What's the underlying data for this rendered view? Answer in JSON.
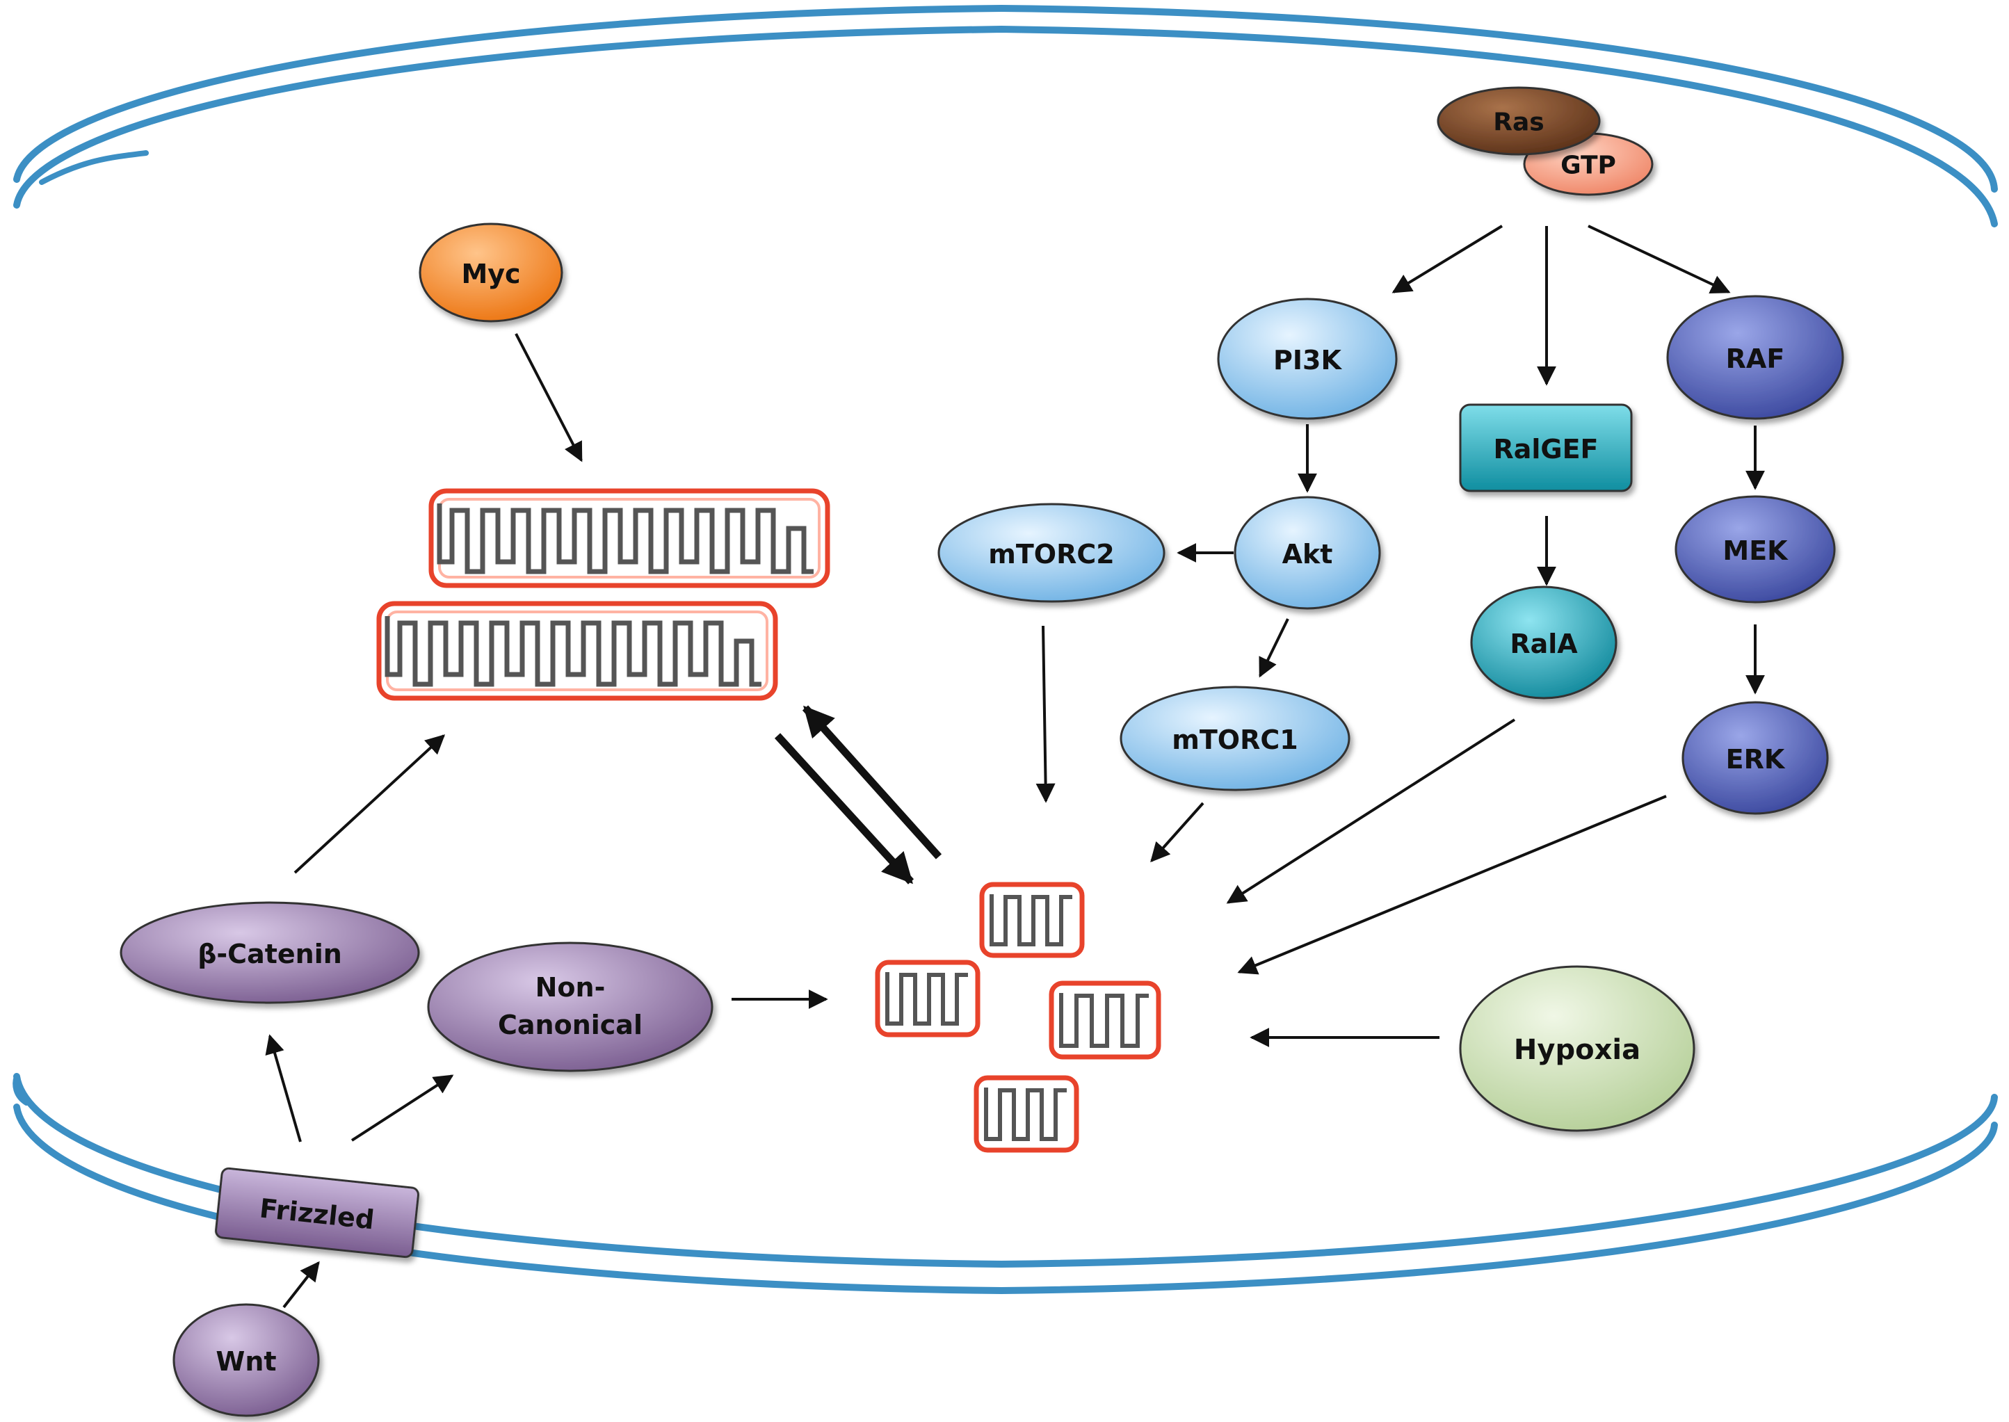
{
  "nodes": {
    "ras": "Ras",
    "gtp": "GTP",
    "myc": "Myc",
    "pi3k": "PI3K",
    "ralgef": "RalGEF",
    "raf": "RAF",
    "mtorc2": "mTORC2",
    "akt": "Akt",
    "mek": "MEK",
    "rala": "RalA",
    "mtorc1": "mTORC1",
    "erk": "ERK",
    "beta_catenin": "β-Catenin",
    "non_canonical_line1": "Non-",
    "non_canonical_line2": "Canonical",
    "hypoxia": "Hypoxia",
    "frizzled": "Frizzled",
    "wnt": "Wnt"
  },
  "colors": {
    "membrane": "#3c8fc4",
    "ras": "#6b3f22",
    "gtp": "#f3977a",
    "myc": "#f0801f",
    "light_blue": "#8fc6ec",
    "dark_blue": "#4d5bb0",
    "teal": "#1aa1b4",
    "purple": "#8a6f9e",
    "hypoxia": "#c8dcb0",
    "mitochondria": "#e8432b"
  }
}
